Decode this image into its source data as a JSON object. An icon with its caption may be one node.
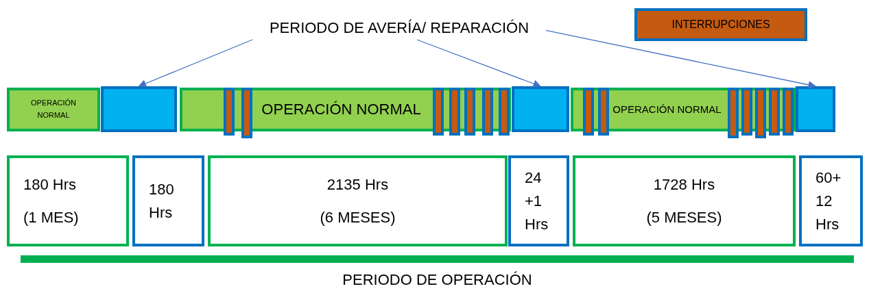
{
  "diagram": {
    "nodes": [
      {
        "text": [
          "PERIODO DE AVERÍA/ REPARACIÓN"
        ]
      },
      {
        "text": [
          "OPERACIÓN NORMAL"
        ]
      },
      {
        "text": [],
        "shape": "box"
      },
      {
        "text": [
          "OPERACIÓN NORMAL"
        ]
      },
      {
        "text": [],
        "shape": "box"
      },
      {
        "text": [
          "OPERACIÓN NORMAL"
        ]
      },
      {
        "text": [],
        "shape": "box"
      },
      {
        "text": [],
        "shape": "bar",
        "in": 3
      },
      {
        "text": [],
        "shape": "bar",
        "in": 3
      },
      {
        "text": [],
        "shape": "bar",
        "in": 3
      },
      {
        "text": [],
        "shape": "bar",
        "in": 3
      },
      {
        "text": [],
        "shape": "bar",
        "in": 3
      },
      {
        "text": [],
        "shape": "bar",
        "in": 3
      },
      {
        "text": [],
        "shape": "bar",
        "in": 3
      },
      {
        "text": [],
        "shape": "bar",
        "in": 5
      },
      {
        "text": [],
        "shape": "bar",
        "in": 5
      },
      {
        "text": [],
        "shape": "bar",
        "in": 5
      },
      {
        "text": [],
        "shape": "bar",
        "in": 5
      },
      {
        "text": [],
        "shape": "bar",
        "in": 5
      },
      {
        "text": [],
        "shape": "bar",
        "in": 5
      },
      {
        "text": [],
        "shape": "bar",
        "in": 5
      },
      {
        "text": [
          "180 Hrs",
          "(1 MES)"
        ]
      },
      {
        "text": [
          "180 Hrs"
        ]
      },
      {
        "text": [
          "2135 Hrs",
          "(6 MESES)"
        ]
      },
      {
        "text": [
          "24 +1 Hrs"
        ]
      },
      {
        "text": [
          "1728 Hrs",
          "(5 MESES)"
        ]
      },
      {
        "text": [
          "60+ 12 Hrs"
        ]
      },
      {
        "text": [
          "PERIODO DE OPERACIÓN"
        ]
      }
    ],
    "edges": [
      {
        "from": 0,
        "to": 2,
        "arrow": "to"
      },
      {
        "from": 0,
        "to": 4,
        "arrow": "to"
      },
      {
        "from": 0,
        "to": 6,
        "arrow": "to"
      }
    ],
    "legend": [
      {
        "text": "INTERRUPCIONES",
        "color": "#c55a11"
      }
    ]
  }
}
